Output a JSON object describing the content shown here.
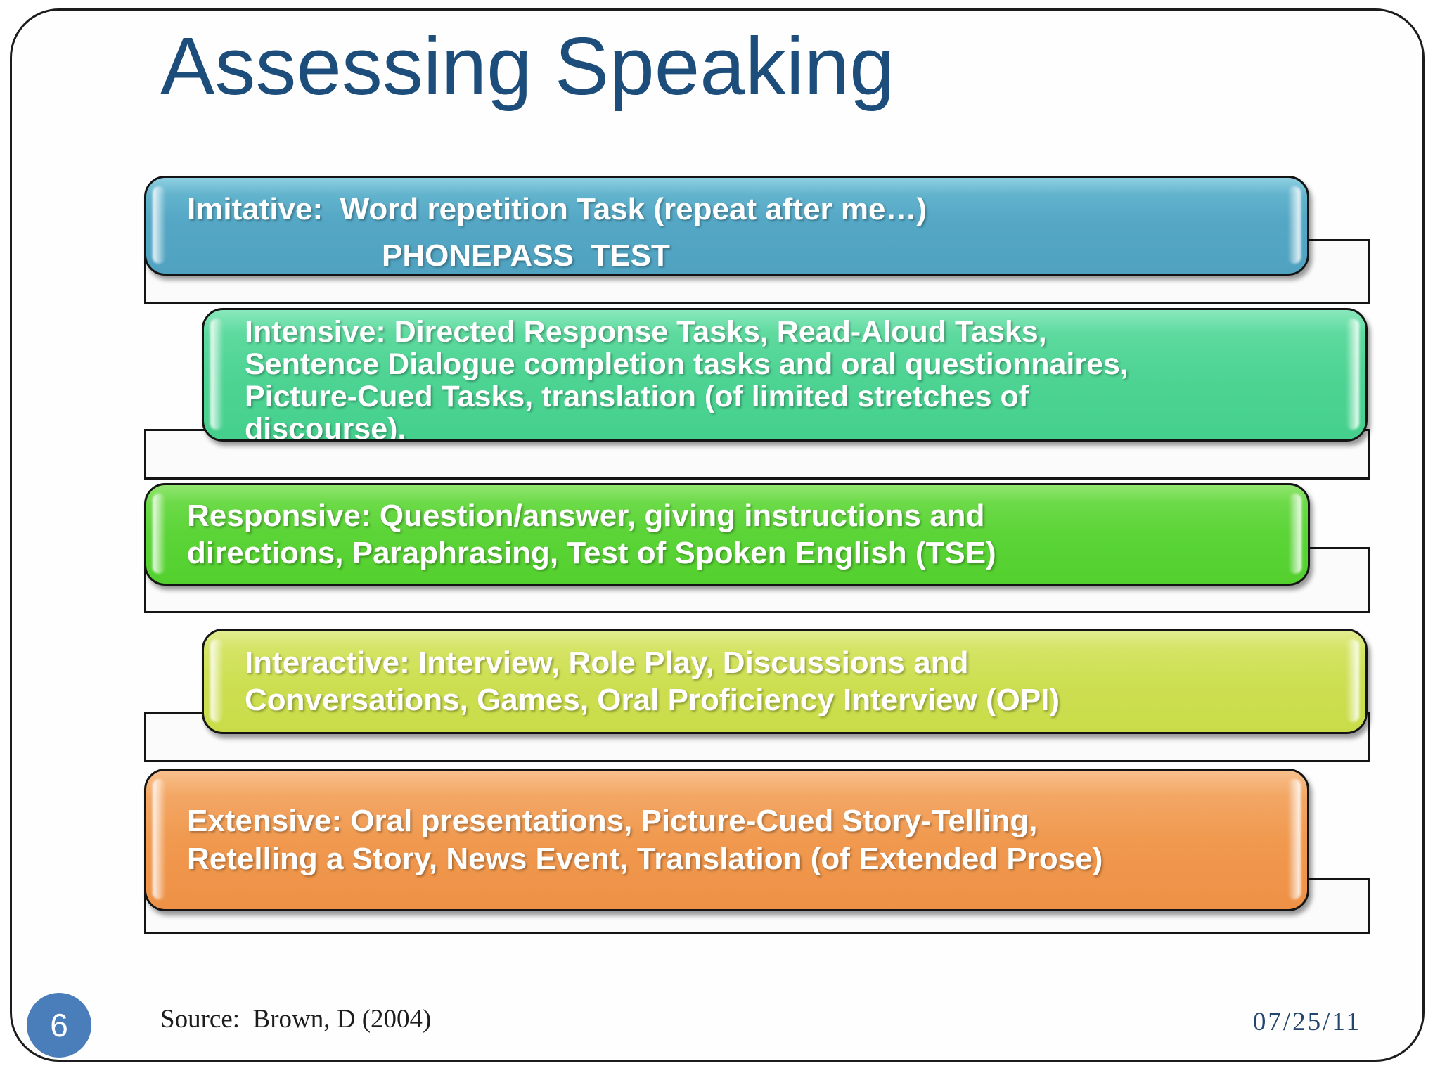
{
  "slide": {
    "title": "Assessing Speaking",
    "page_number": "6",
    "source_label": "Source:  Brown, D (2004)",
    "date": "07/25/11"
  },
  "colors": {
    "title_text": "#1d4e7b",
    "date_text": "#24456e",
    "page_badge": "#4a7ebb",
    "box_imitative": "#55a8c4",
    "box_intensive": "#4ed494",
    "box_responsive": "#5bd437",
    "box_interactive": "#cddf52",
    "box_extensive": "#f0994f"
  },
  "boxes": [
    {
      "id": "imitative",
      "lines": [
        "Imitative:  Word repetition Task (repeat after me…)",
        "PHONEPASS  TEST"
      ]
    },
    {
      "id": "intensive",
      "lines": [
        "Intensive: Directed Response Tasks, Read-Aloud Tasks,",
        "Sentence Dialogue completion tasks and oral questionnaires,",
        "Picture-Cued Tasks, translation (of limited stretches of",
        "discourse)."
      ]
    },
    {
      "id": "responsive",
      "lines": [
        "Responsive: Question/answer, giving instructions and",
        "directions, Paraphrasing, Test of Spoken English (TSE)"
      ]
    },
    {
      "id": "interactive",
      "lines": [
        "Interactive: Interview, Role Play, Discussions and",
        "Conversations, Games, Oral Proficiency Interview (OPI)"
      ]
    },
    {
      "id": "extensive",
      "lines": [
        "Extensive: Oral presentations, Picture-Cued Story-Telling,",
        "Retelling a Story, News Event, Translation (of Extended Prose)"
      ]
    }
  ]
}
